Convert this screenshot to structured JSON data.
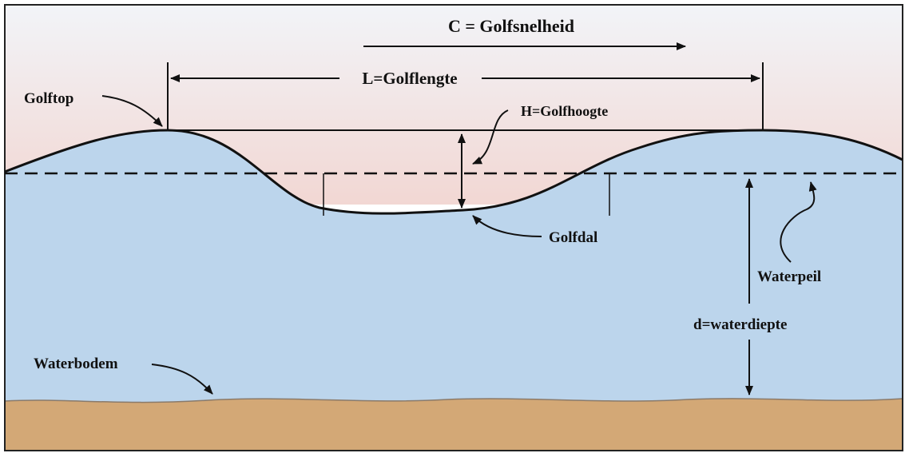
{
  "labels": {
    "speed": "C = Golfsnelheid",
    "wavelength": "L=Golflengte",
    "wave_height": "H=Golfhoogte",
    "crest": "Golftop",
    "trough": "Golfdal",
    "water_level": "Waterpeil",
    "depth": "d=waterdiepte",
    "seabed": "Waterbodem"
  },
  "colors": {
    "sky_top": "#f2f4f8",
    "sky_bottom": "#f2d7d3",
    "water": "#bcd5ec",
    "seabed": "#d3a876",
    "line": "#111111"
  }
}
